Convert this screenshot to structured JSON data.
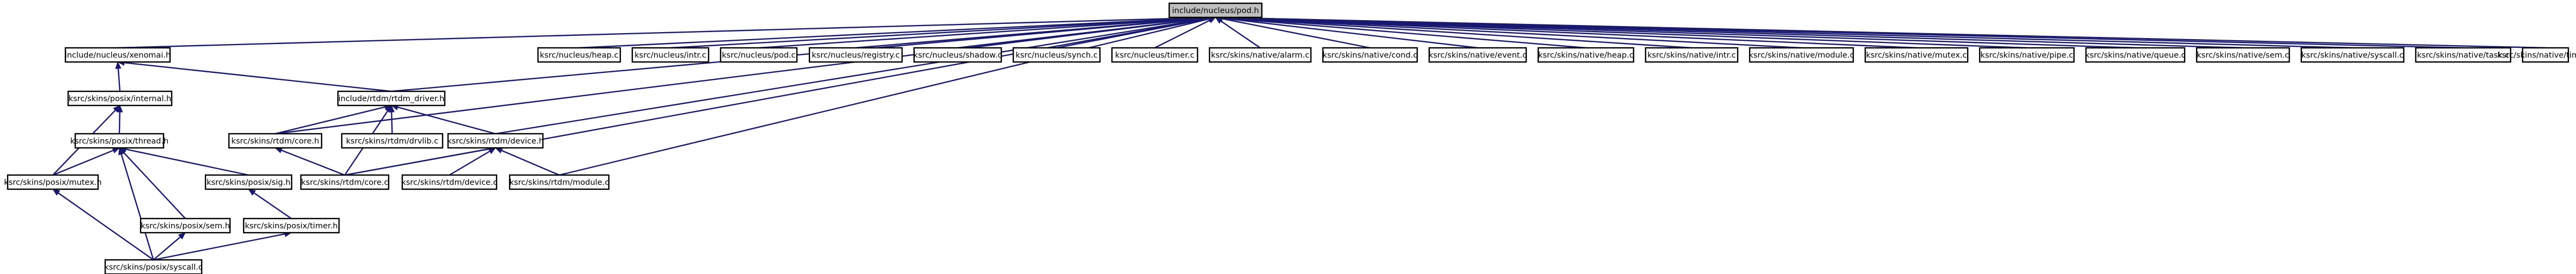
{
  "graph": {
    "root": "include/nucleus/pod.h",
    "nodes": [
      {
        "id": "pod",
        "label": "include/nucleus/pod.h",
        "highlighted": true
      },
      {
        "id": "xenomai",
        "label": "include/nucleus/xenomai.h"
      },
      {
        "id": "posix_internal",
        "label": "ksrc/skins/posix/internal.h"
      },
      {
        "id": "rtdm_driver",
        "label": "include/rtdm/rtdm_driver.h"
      },
      {
        "id": "posix_thread",
        "label": "ksrc/skins/posix/thread.h"
      },
      {
        "id": "rtdm_core_h",
        "label": "ksrc/skins/rtdm/core.h"
      },
      {
        "id": "rtdm_drvlib",
        "label": "ksrc/skins/rtdm/drvlib.c"
      },
      {
        "id": "rtdm_device_h",
        "label": "ksrc/skins/rtdm/device.h"
      },
      {
        "id": "posix_mutex",
        "label": "ksrc/skins/posix/mutex.h"
      },
      {
        "id": "posix_sig",
        "label": "ksrc/skins/posix/sig.h"
      },
      {
        "id": "rtdm_core_c",
        "label": "ksrc/skins/rtdm/core.c"
      },
      {
        "id": "rtdm_device_c",
        "label": "ksrc/skins/rtdm/device.c"
      },
      {
        "id": "rtdm_module",
        "label": "ksrc/skins/rtdm/module.c"
      },
      {
        "id": "posix_sem",
        "label": "ksrc/skins/posix/sem.h"
      },
      {
        "id": "posix_timer",
        "label": "ksrc/skins/posix/timer.h"
      },
      {
        "id": "posix_syscall",
        "label": "ksrc/skins/posix/syscall.c"
      },
      {
        "id": "n_heap",
        "label": "ksrc/nucleus/heap.c"
      },
      {
        "id": "n_intr",
        "label": "ksrc/nucleus/intr.c"
      },
      {
        "id": "n_pod",
        "label": "ksrc/nucleus/pod.c"
      },
      {
        "id": "n_registry",
        "label": "ksrc/nucleus/registry.c"
      },
      {
        "id": "n_shadow",
        "label": "ksrc/nucleus/shadow.c"
      },
      {
        "id": "n_synch",
        "label": "ksrc/nucleus/synch.c"
      },
      {
        "id": "n_timer",
        "label": "ksrc/nucleus/timer.c"
      },
      {
        "id": "nat_alarm",
        "label": "ksrc/skins/native/alarm.c"
      },
      {
        "id": "nat_cond",
        "label": "ksrc/skins/native/cond.c"
      },
      {
        "id": "nat_event",
        "label": "ksrc/skins/native/event.c"
      },
      {
        "id": "nat_heap",
        "label": "ksrc/skins/native/heap.c"
      },
      {
        "id": "nat_intr",
        "label": "ksrc/skins/native/intr.c"
      },
      {
        "id": "nat_module",
        "label": "ksrc/skins/native/module.c"
      },
      {
        "id": "nat_mutex",
        "label": "ksrc/skins/native/mutex.c"
      },
      {
        "id": "nat_pipe",
        "label": "ksrc/skins/native/pipe.c"
      },
      {
        "id": "nat_queue",
        "label": "ksrc/skins/native/queue.c"
      },
      {
        "id": "nat_sem",
        "label": "ksrc/skins/native/sem.c"
      },
      {
        "id": "nat_syscall",
        "label": "ksrc/skins/native/syscall.c"
      },
      {
        "id": "nat_task",
        "label": "ksrc/skins/native/task.c"
      },
      {
        "id": "nat_timer",
        "label": "ksrc/skins/native/timer.c"
      }
    ],
    "edges": [
      [
        "pod",
        "xenomai"
      ],
      [
        "pod",
        "rtdm_driver"
      ],
      [
        "pod",
        "rtdm_core_h"
      ],
      [
        "pod",
        "rtdm_device_h"
      ],
      [
        "pod",
        "rtdm_core_c"
      ],
      [
        "pod",
        "rtdm_module"
      ],
      [
        "pod",
        "n_heap"
      ],
      [
        "pod",
        "n_intr"
      ],
      [
        "pod",
        "n_pod"
      ],
      [
        "pod",
        "n_registry"
      ],
      [
        "pod",
        "n_shadow"
      ],
      [
        "pod",
        "n_synch"
      ],
      [
        "pod",
        "n_timer"
      ],
      [
        "pod",
        "nat_alarm"
      ],
      [
        "pod",
        "nat_cond"
      ],
      [
        "pod",
        "nat_event"
      ],
      [
        "pod",
        "nat_heap"
      ],
      [
        "pod",
        "nat_intr"
      ],
      [
        "pod",
        "nat_module"
      ],
      [
        "pod",
        "nat_mutex"
      ],
      [
        "pod",
        "nat_pipe"
      ],
      [
        "pod",
        "nat_queue"
      ],
      [
        "pod",
        "nat_sem"
      ],
      [
        "pod",
        "nat_syscall"
      ],
      [
        "pod",
        "nat_task"
      ],
      [
        "pod",
        "nat_timer"
      ],
      [
        "xenomai",
        "posix_internal"
      ],
      [
        "xenomai",
        "rtdm_driver"
      ],
      [
        "posix_internal",
        "posix_thread"
      ],
      [
        "posix_internal",
        "posix_mutex"
      ],
      [
        "rtdm_driver",
        "rtdm_core_h"
      ],
      [
        "rtdm_driver",
        "rtdm_drvlib"
      ],
      [
        "rtdm_driver",
        "rtdm_device_h"
      ],
      [
        "rtdm_driver",
        "rtdm_core_c"
      ],
      [
        "posix_thread",
        "posix_mutex"
      ],
      [
        "posix_thread",
        "posix_sig"
      ],
      [
        "posix_thread",
        "posix_sem"
      ],
      [
        "posix_thread",
        "posix_syscall"
      ],
      [
        "rtdm_core_h",
        "rtdm_core_c"
      ],
      [
        "rtdm_device_h",
        "rtdm_core_c"
      ],
      [
        "rtdm_device_h",
        "rtdm_device_c"
      ],
      [
        "rtdm_device_h",
        "rtdm_module"
      ],
      [
        "posix_mutex",
        "posix_syscall"
      ],
      [
        "posix_sig",
        "posix_timer"
      ],
      [
        "posix_sem",
        "posix_syscall"
      ],
      [
        "posix_timer",
        "posix_syscall"
      ]
    ]
  }
}
